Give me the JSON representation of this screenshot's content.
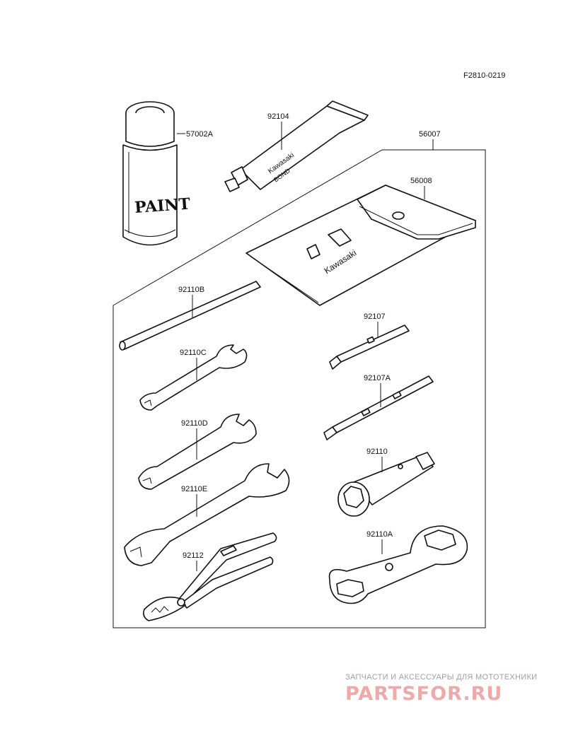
{
  "diagram": {
    "code": "F2810-0219",
    "parts": {
      "p57002A": "57002A",
      "p92104": "92104",
      "p56007": "56007",
      "p56008": "56008",
      "p92110B": "92110B",
      "p92110C": "92110C",
      "p92110D": "92110D",
      "p92110E": "92110E",
      "p92112": "92112",
      "p92107": "92107",
      "p92107A": "92107A",
      "p92110": "92110",
      "p92110A": "92110A"
    }
  },
  "watermark": {
    "tagline": "ЗАПЧАСТИ И АКСЕССУАРЫ ДЛЯ МОТОТЕХНИКИ",
    "logo": "PARTSFOR.RU"
  }
}
